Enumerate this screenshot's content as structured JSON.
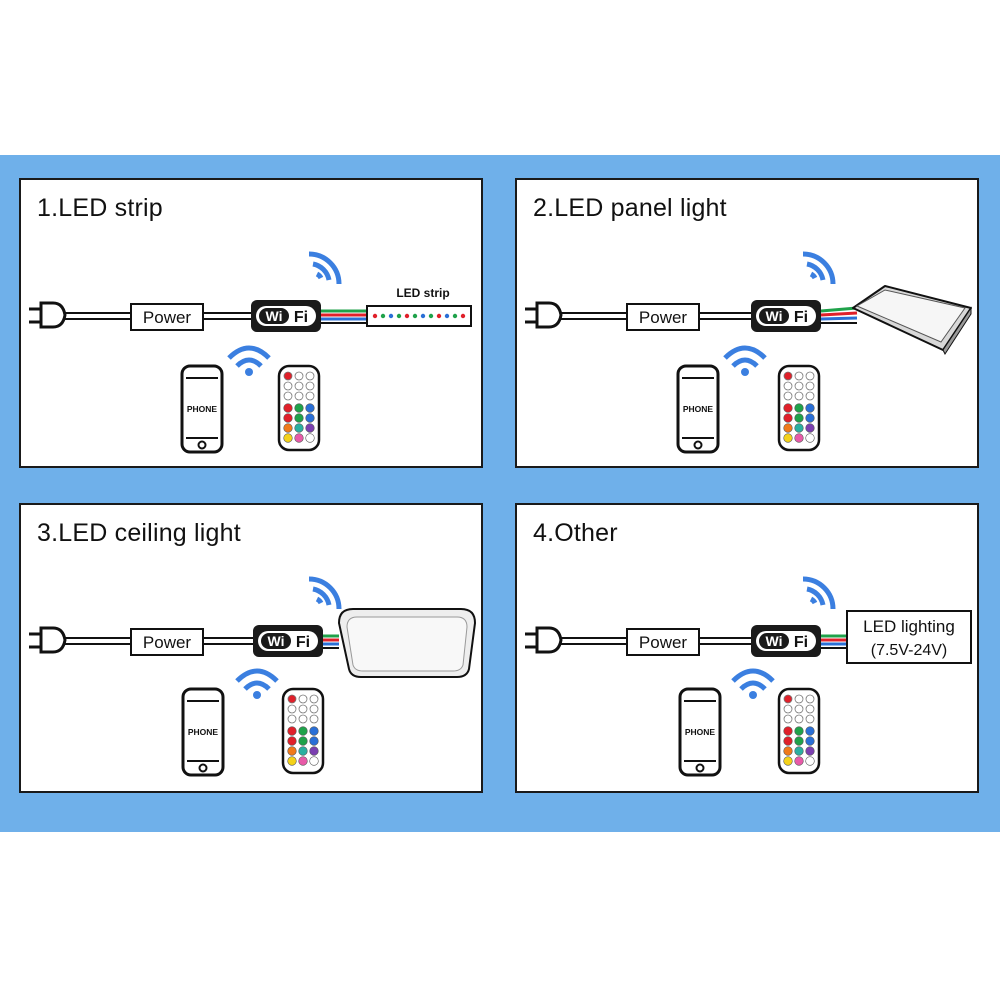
{
  "panels": [
    {
      "title": "1.LED strip",
      "power": "Power",
      "wifi_w": "Wi",
      "wifi_f": "Fi",
      "phone": "PHONE",
      "device": "strip",
      "device_label": "LED strip"
    },
    {
      "title": "2.LED panel light",
      "power": "Power",
      "wifi_w": "Wi",
      "wifi_f": "Fi",
      "phone": "PHONE",
      "device": "panel"
    },
    {
      "title": "3.LED ceiling light",
      "power": "Power",
      "wifi_w": "Wi",
      "wifi_f": "Fi",
      "phone": "PHONE",
      "device": "ceiling"
    },
    {
      "title": "4.Other",
      "power": "Power",
      "wifi_w": "Wi",
      "wifi_f": "Fi",
      "phone": "PHONE",
      "device": "other",
      "device_label": "LED lighting",
      "device_sub": "(7.5V-24V)"
    }
  ],
  "colors": {
    "background_band": "#6fb0ea",
    "wifi_signal": "#3b7fe0",
    "wire_red": "#e0202a",
    "wire_green": "#1fa24a",
    "wire_blue": "#2a6fd6",
    "strip_dots": [
      "#e0202a",
      "#1fa24a",
      "#2a6fd6",
      "#1fa24a",
      "#e0202a",
      "#1fa24a",
      "#2a6fd6",
      "#1fa24a",
      "#e0202a",
      "#2a6fd6",
      "#1fa24a",
      "#e0202a"
    ],
    "remote_buttons": [
      "#e0202a",
      "#1fa24a",
      "#2a6fd6",
      "#e0202a",
      "#1fa24a",
      "#2a6fd6",
      "#f07a1a",
      "#2ab0a0",
      "#7b3fb0",
      "#f4d21a",
      "#e85aa8",
      "#ffffff"
    ]
  },
  "icons": [
    "power-plug-icon",
    "wifi-signal-icon",
    "wifi-controller-icon",
    "phone-icon",
    "remote-control-icon"
  ]
}
